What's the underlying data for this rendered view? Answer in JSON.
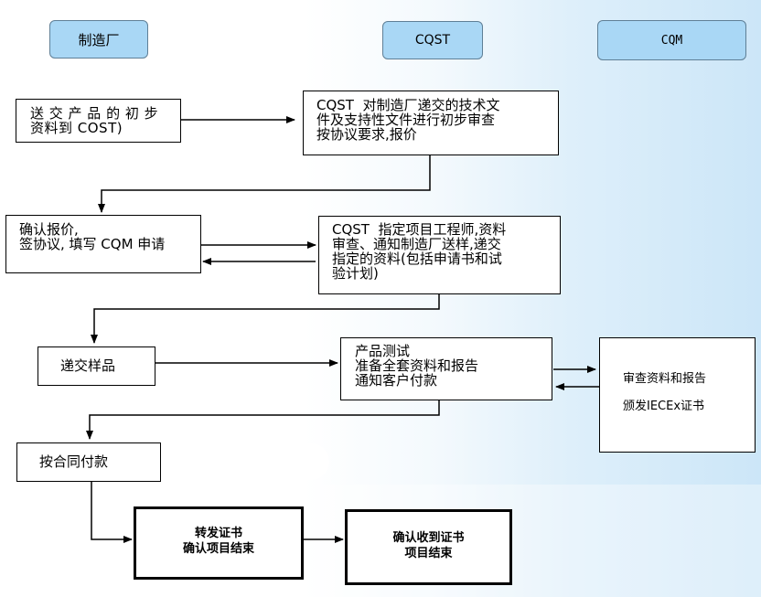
{
  "headers": {
    "manufacturer": "制造厂",
    "cqst": "CQST",
    "cqm": "CQM"
  },
  "steps": {
    "submit_docs": [
      "送 交 产 品 的 初 步",
      "资料到 COST)"
    ],
    "cqst_review": [
      "CQST  对制造厂递交的技术文",
      "件及支持性文件进行初步审查",
      "按协议要求,报价"
    ],
    "confirm_quote": [
      "确认报价,",
      "签协议, 填写 CQM 申请"
    ],
    "cqst_assign": [
      "CQST  指定项目工程师,资料",
      "审查、通知制造厂送样,递交",
      "指定的资料(包括申请书和试",
      "验计划)"
    ],
    "submit_samples": [
      "递交样品"
    ],
    "product_test": [
      "产品测试",
      "准备全套资料和报告",
      "通知客户付款"
    ],
    "cqm_review": [
      "审查资料和报告",
      "颁发IECEx证书"
    ],
    "pay_contract": [
      "按合同付款"
    ],
    "forward_cert": [
      "转发证书",
      "确认项目结束"
    ],
    "confirm_receipt": [
      "确认收到证书",
      "项目结束"
    ]
  }
}
